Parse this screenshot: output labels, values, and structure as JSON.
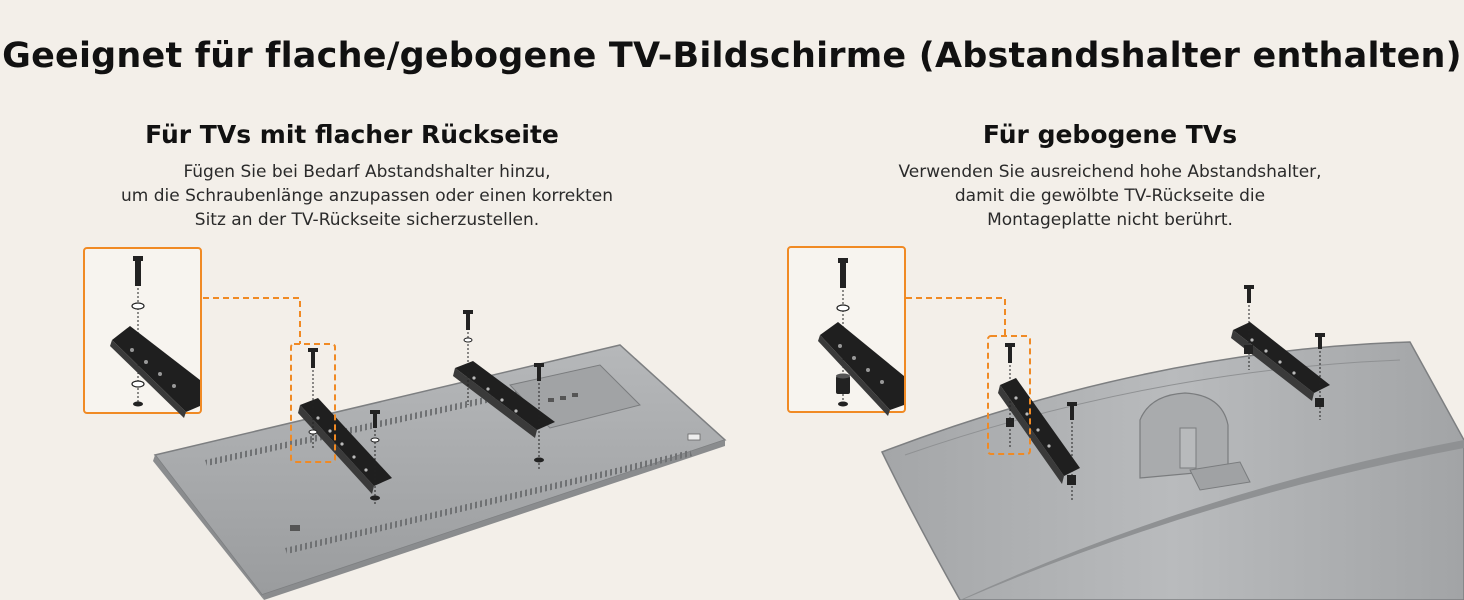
{
  "header": {
    "title": "Geeignet für flache/gebogene TV-Bildschirme (Abstandshalter enthalten)"
  },
  "flat": {
    "title": "Für TVs mit flacher Rückseite",
    "desc_lines": [
      "Fügen Sie bei Bedarf Abstandshalter hinzu,",
      "um die Schraubenlänge anzupassen oder einen korrekten",
      "Sitz an der TV-Rückseite sicherzustellen."
    ]
  },
  "curved": {
    "title": "Für gebogene TVs",
    "desc_lines": [
      "Verwenden Sie ausreichend hohe Abstandshalter,",
      "damit die gewölbte TV-Rückseite die",
      "Montageplatte nicht berührt."
    ]
  },
  "colors": {
    "background": "#f3efe9",
    "accent": "#f08a24",
    "tv_body": "#a9abad",
    "bracket": "#1f1f1f"
  },
  "icons": [
    "screw-icon",
    "washer-icon",
    "spacer-icon",
    "bracket-arm-icon"
  ]
}
